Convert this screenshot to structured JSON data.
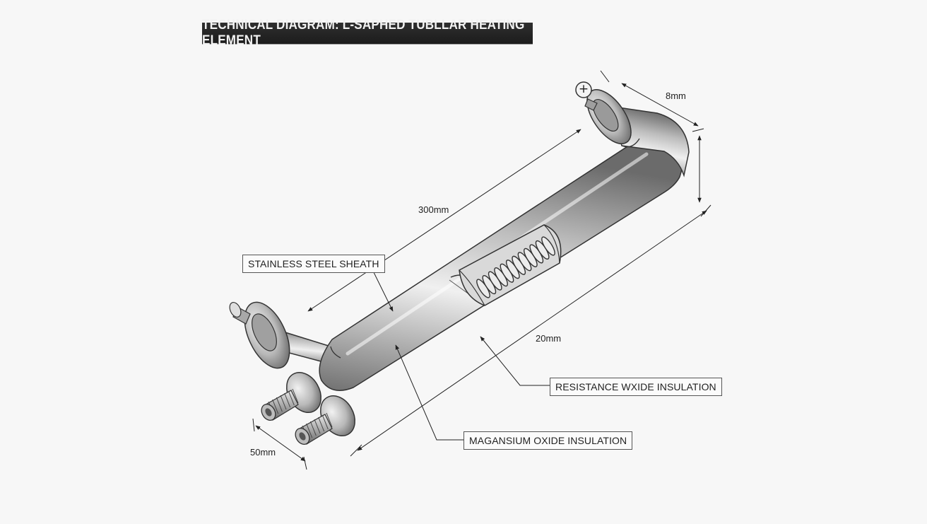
{
  "title": "TECHNICAL DIAGRAM: L-SAPHED TUBLLAR HEATING ELEMENT",
  "callouts": {
    "sheath": "STAINLESS STEEL SHEATH",
    "resistance": "RESISTANCE WXIDE INSULATION",
    "magnesium": "MAGANSIUM OXIDE INSULATION"
  },
  "dimensions": {
    "diameter": "8mm",
    "length": "300mm",
    "height": "20mm",
    "terminal": "50mm"
  },
  "terminal_symbol": "+",
  "colors": {
    "metal_light": "#eeeeee",
    "metal_mid": "#b4b4b4",
    "metal_dark": "#6e6e6e",
    "outline": "#333333",
    "title_bg": "#222222"
  }
}
